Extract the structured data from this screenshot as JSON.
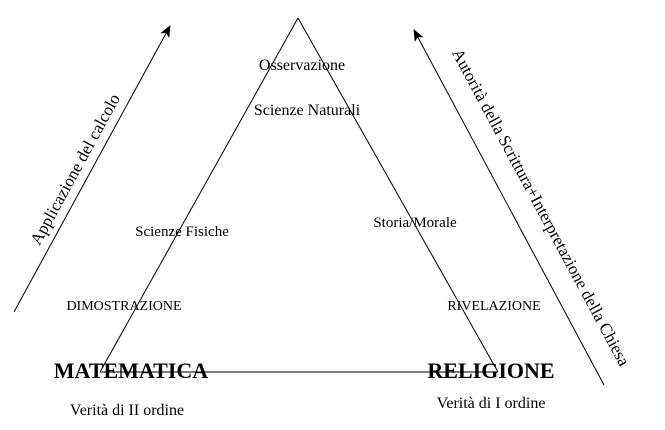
{
  "colors": {
    "ink": "#000000",
    "background": "#ffffff"
  },
  "nodes": {
    "apex_top": "Osservazione",
    "apex_sub": "Scienze Naturali",
    "left_mid": "Scienze Fisiche",
    "right_mid": "Storia/Morale",
    "left_low": "DIMOSTRAZIONE",
    "right_low": "RIVELAZIONE",
    "left_base_title": "MATEMATICA",
    "right_base_title": "RELIGIONE",
    "left_base_sub": "Verità di II ordine",
    "right_base_sub": "Verità di I ordine"
  },
  "arrows": {
    "left_label": "Applicazione del calcolo",
    "right_label": "Autorità della Scrittura+Interpretazione della Chiesa"
  }
}
